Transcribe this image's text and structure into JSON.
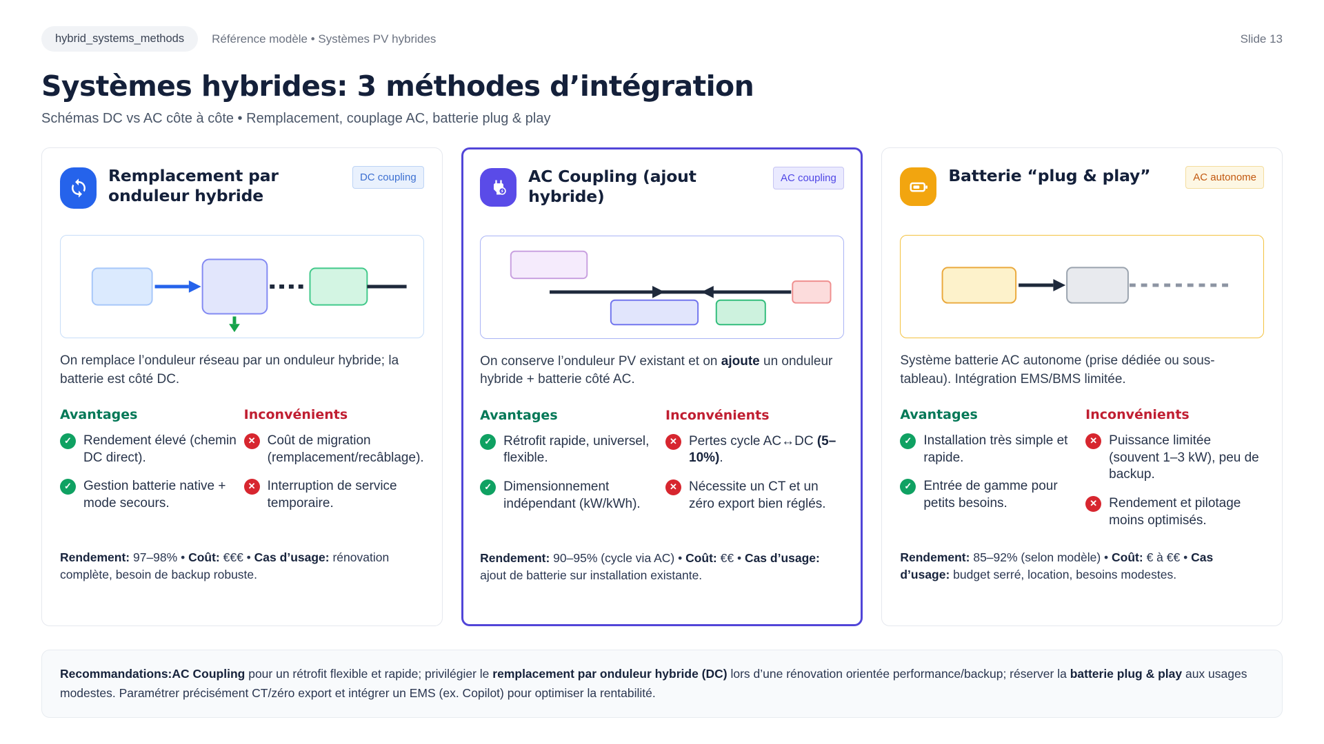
{
  "page": {
    "badge": "hybrid_systems_methods",
    "breadcrumb": "Référence modèle • Systèmes PV hybrides",
    "slide_number": "Slide 13",
    "title": "Systèmes hybrides: 3 méthodes d’intégration",
    "subtitle": "Schémas DC vs AC côte à côte • Remplacement, couplage AC, batterie plug & play"
  },
  "labels": {
    "pros": "Avantages",
    "cons": "Inconvénients"
  },
  "colors": {
    "card1_accent": "#2563eb",
    "card2_accent": "#5a4be8",
    "card2_highlight_border": "#5145d8",
    "card3_accent": "#f2a50f",
    "pros_green": "#047857",
    "cons_red": "#c01e31",
    "check_green": "#0fa162",
    "cross_red": "#d7262f"
  },
  "cards": [
    {
      "icon": "sync-icon",
      "title": "Remplacement par onduleur hybride",
      "badge": "DC coupling",
      "description": [
        {
          "t": "On remplace l’onduleur réseau par un onduleur hybride; la batterie est côté DC.",
          "b": false
        }
      ],
      "pros": [
        [
          {
            "t": "Rendement élevé (chemin DC direct).",
            "b": false
          }
        ],
        [
          {
            "t": "Gestion batterie native + mode secours.",
            "b": false
          }
        ]
      ],
      "cons": [
        [
          {
            "t": "Coût de migration (remplacement/recâblage).",
            "b": false
          }
        ],
        [
          {
            "t": "Interruption de service temporaire.",
            "b": false
          }
        ]
      ],
      "footer": [
        {
          "t": "Rendement:",
          "b": true
        },
        {
          "t": " 97–98% • ",
          "b": false
        },
        {
          "t": "Coût:",
          "b": true
        },
        {
          "t": " €€€ • ",
          "b": false
        },
        {
          "t": "Cas d’usage:",
          "b": true
        },
        {
          "t": " rénovation complète, besoin de backup robuste.",
          "b": false
        }
      ]
    },
    {
      "icon": "plug-icon",
      "title": "AC Coupling (ajout hybride)",
      "badge": "AC coupling",
      "description": [
        {
          "t": "On conserve l’onduleur PV existant et on ",
          "b": false
        },
        {
          "t": "ajoute",
          "b": true
        },
        {
          "t": " un onduleur hybride + batterie côté AC.",
          "b": false
        }
      ],
      "pros": [
        [
          {
            "t": "Rétrofit rapide, universel, flexible.",
            "b": false
          }
        ],
        [
          {
            "t": "Dimensionnement indépendant (kW/kWh).",
            "b": false
          }
        ]
      ],
      "cons": [
        [
          {
            "t": "Pertes cycle AC↔DC ",
            "b": false
          },
          {
            "t": "(5–10%)",
            "b": true
          },
          {
            "t": ".",
            "b": false
          }
        ],
        [
          {
            "t": "Nécessite un CT et un zéro export bien réglés.",
            "b": false
          }
        ]
      ],
      "footer": [
        {
          "t": "Rendement:",
          "b": true
        },
        {
          "t": " 90–95% (cycle via AC) • ",
          "b": false
        },
        {
          "t": "Coût:",
          "b": true
        },
        {
          "t": " €€ • ",
          "b": false
        },
        {
          "t": "Cas d’usage:",
          "b": true
        },
        {
          "t": " ajout de batterie sur installation existante.",
          "b": false
        }
      ]
    },
    {
      "icon": "battery-icon",
      "title": "Batterie “plug & play”",
      "badge": "AC autonome",
      "description": [
        {
          "t": "Système batterie AC autonome (prise dédiée ou sous-tableau). Intégration EMS/BMS limitée.",
          "b": false
        }
      ],
      "pros": [
        [
          {
            "t": "Installation très simple et rapide.",
            "b": false
          }
        ],
        [
          {
            "t": "Entrée de gamme pour petits besoins.",
            "b": false
          }
        ]
      ],
      "cons": [
        [
          {
            "t": "Puissance limitée (souvent 1–3 kW), peu de backup.",
            "b": false
          }
        ],
        [
          {
            "t": "Rendement et pilotage moins optimisés.",
            "b": false
          }
        ]
      ],
      "footer": [
        {
          "t": "Rendement:",
          "b": true
        },
        {
          "t": " 85–92% (selon modèle) • ",
          "b": false
        },
        {
          "t": "Coût:",
          "b": true
        },
        {
          "t": " € à €€ • ",
          "b": false
        },
        {
          "t": "Cas d’usage:",
          "b": true
        },
        {
          "t": " budget serré, location, besoins modestes.",
          "b": false
        }
      ]
    }
  ],
  "recommendations": [
    {
      "t": "Recommandations:",
      "b": true
    },
    {
      "t": "AC Coupling",
      "b": true
    },
    {
      "t": " pour un rétrofit flexible et rapide; privilégier le ",
      "b": false
    },
    {
      "t": "remplacement par onduleur hybride (DC)",
      "b": true
    },
    {
      "t": " lors d’une rénovation orientée performance/backup; réserver la ",
      "b": false
    },
    {
      "t": "batterie plug & play",
      "b": true
    },
    {
      "t": " aux usages modestes. Paramétrer précisément CT/zéro export et intégrer un EMS (ex. Copilot) pour optimiser la rentabilité.",
      "b": false
    }
  ]
}
